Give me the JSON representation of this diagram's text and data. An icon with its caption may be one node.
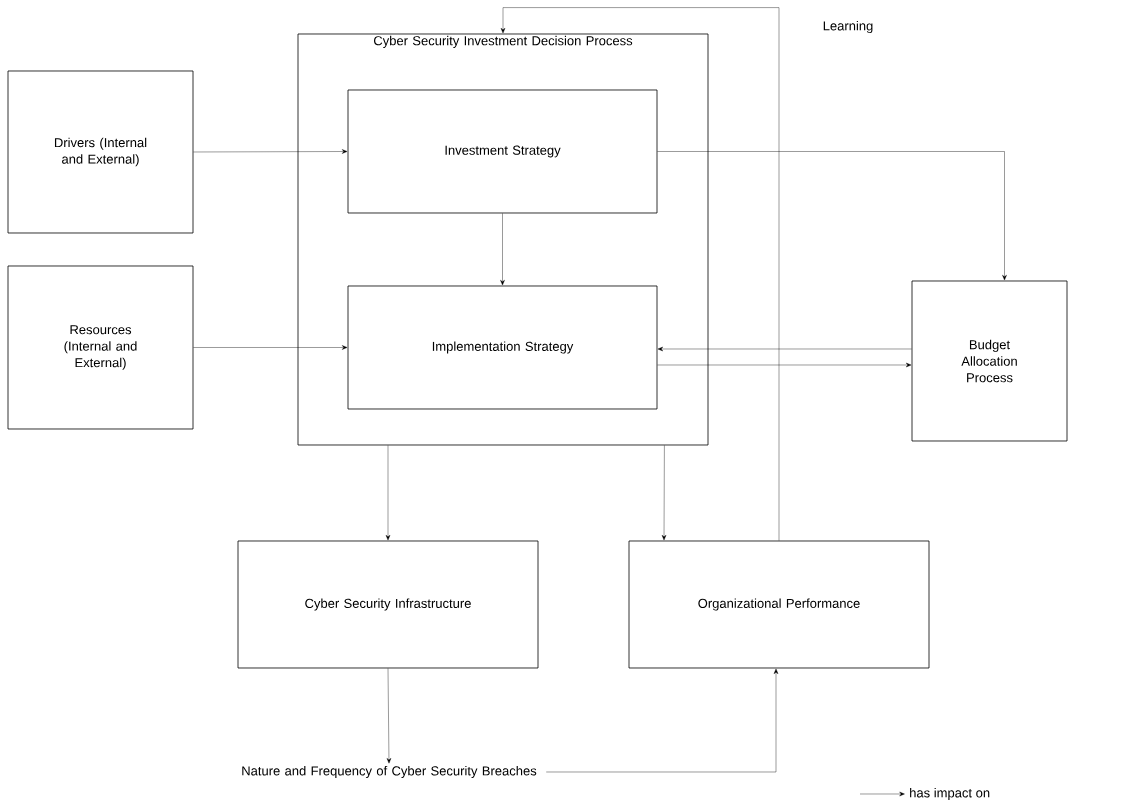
{
  "diagram": {
    "nodes": [
      {
        "text": [
          "Cyber Security Investment Decision Process"
        ]
      },
      {
        "text": [
          "Drivers (Internal and External)"
        ]
      },
      {
        "text": [
          "Investment Strategy"
        ],
        "in": 0
      },
      {
        "text": [
          "Resources (Internal and External)"
        ]
      },
      {
        "text": [
          "Implementation Strategy"
        ],
        "in": 0
      },
      {
        "text": [
          "Budget Allocation Process"
        ]
      },
      {
        "text": [
          "Cyber Security Infrastructure"
        ]
      },
      {
        "text": [
          "Organizational Performance"
        ]
      },
      {
        "text": [
          "Nature and Frequency of Cyber Security Breaches"
        ]
      }
    ],
    "edges": [
      {
        "from": 1,
        "to": 2,
        "arrow": "to"
      },
      {
        "from": 3,
        "to": 4,
        "arrow": "to"
      },
      {
        "from": 2,
        "to": 4,
        "arrow": "to"
      },
      {
        "from": 2,
        "to": 5,
        "arrow": "to"
      },
      {
        "from": 5,
        "to": 4,
        "arrow": "to"
      },
      {
        "from": 4,
        "to": 5,
        "arrow": "to"
      },
      {
        "from": 0,
        "to": 6,
        "arrow": "to"
      },
      {
        "from": 0,
        "to": 7,
        "arrow": "to"
      },
      {
        "from": 6,
        "to": 8,
        "arrow": "to"
      },
      {
        "from": 8,
        "to": 7,
        "arrow": "to"
      },
      {
        "from": 7,
        "to": 0,
        "arrow": "to",
        "label": "Learning"
      }
    ],
    "legend": [
      {
        "text": "has impact on"
      }
    ]
  }
}
